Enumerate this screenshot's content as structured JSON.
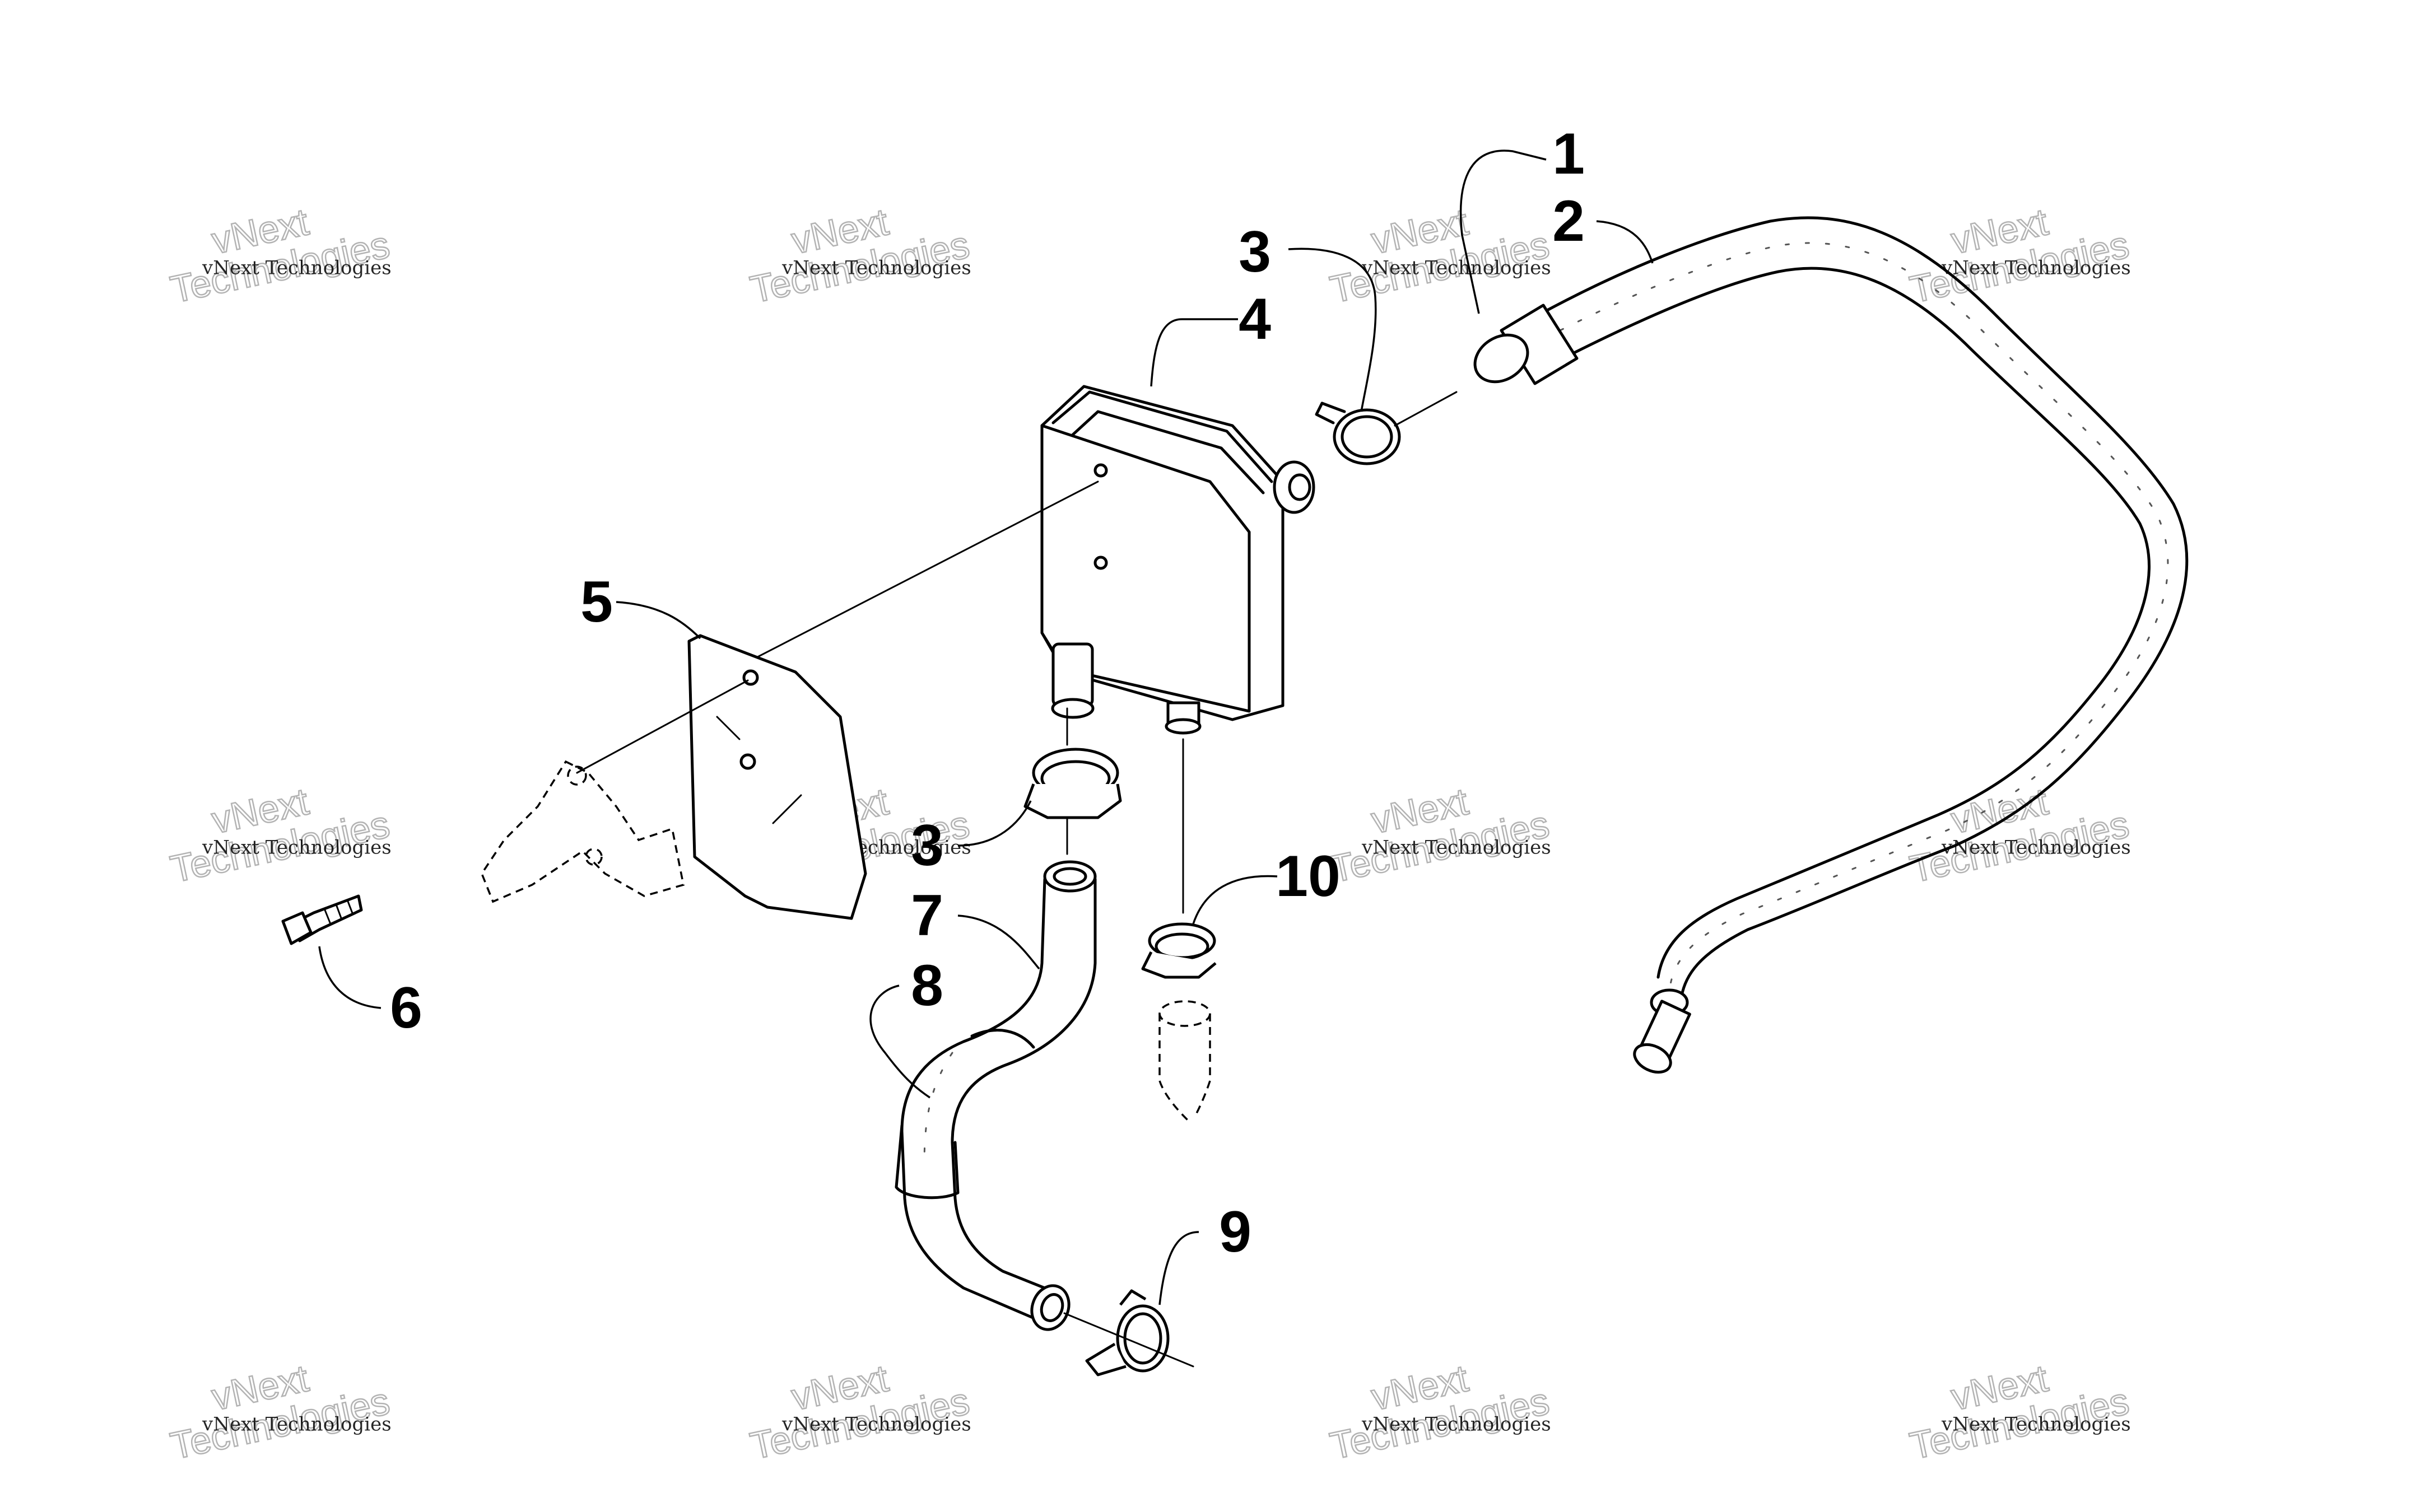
{
  "diagram": {
    "callouts": [
      {
        "id": "1",
        "label": "1"
      },
      {
        "id": "2",
        "label": "2"
      },
      {
        "id": "3a",
        "label": "3"
      },
      {
        "id": "4",
        "label": "4"
      },
      {
        "id": "5",
        "label": "5"
      },
      {
        "id": "3b",
        "label": "3"
      },
      {
        "id": "10",
        "label": "10"
      },
      {
        "id": "7",
        "label": "7"
      },
      {
        "id": "8",
        "label": "8"
      },
      {
        "id": "6",
        "label": "6"
      },
      {
        "id": "9",
        "label": "9"
      }
    ],
    "watermark": {
      "line_small": "vNext Technologies",
      "line_big_1": "vNext",
      "line_big_2": "Technologies"
    }
  }
}
